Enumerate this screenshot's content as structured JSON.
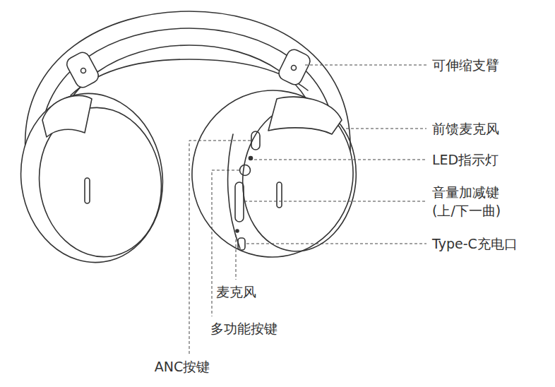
{
  "diagram": {
    "labels": [
      "可伸缩支臂",
      "前馈麦克风",
      "LED指示灯",
      "音量加减键 (上/下一曲)",
      "Type-C充电口",
      "麦克风",
      "多功能按键",
      "ANC按键"
    ]
  }
}
